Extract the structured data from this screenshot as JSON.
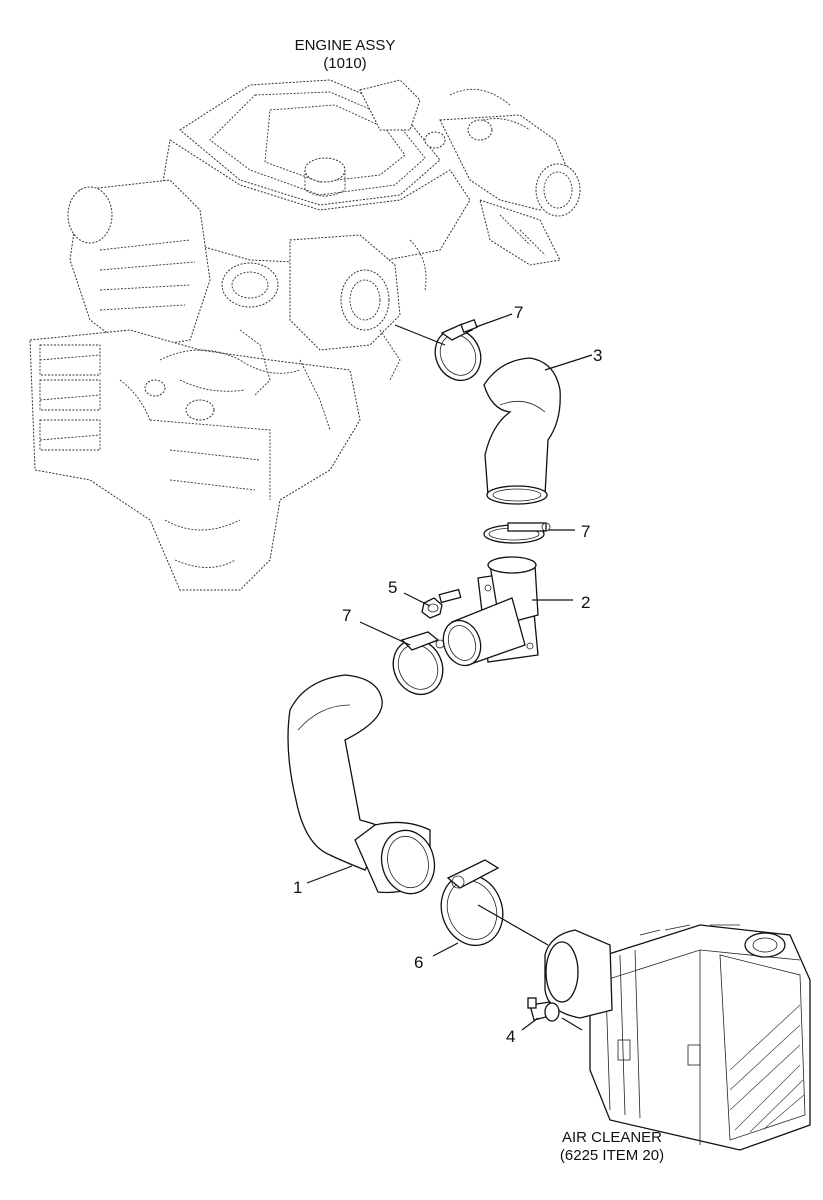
{
  "captions": {
    "engine_line1": "ENGINE ASSY",
    "engine_line2": "(1010)",
    "air_cleaner_line1": "AIR CLEANER",
    "air_cleaner_line2": "(6225 ITEM 20)"
  },
  "callouts": [
    {
      "id": "7a",
      "text": "7"
    },
    {
      "id": "3",
      "text": "3"
    },
    {
      "id": "7b",
      "text": "7"
    },
    {
      "id": "5",
      "text": "5"
    },
    {
      "id": "2",
      "text": "2"
    },
    {
      "id": "7c",
      "text": "7"
    },
    {
      "id": "1",
      "text": "1"
    },
    {
      "id": "6",
      "text": "6"
    },
    {
      "id": "4",
      "text": "4"
    }
  ]
}
